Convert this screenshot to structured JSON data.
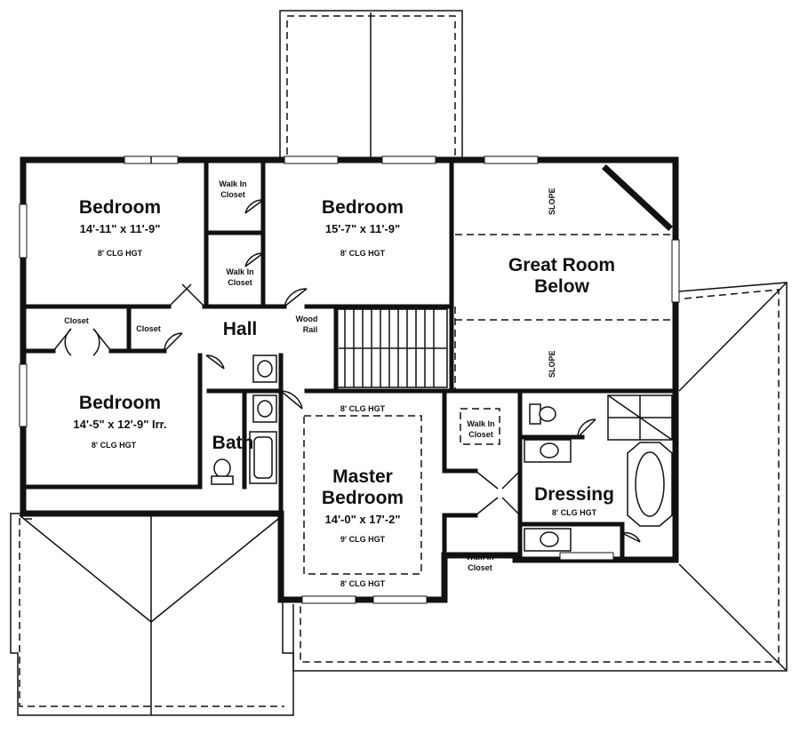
{
  "rooms": {
    "bedroom_nw": {
      "name": "Bedroom",
      "dims": "14'-11\" x 11'-9\"",
      "ceiling": "8' CLG HGT"
    },
    "bedroom_n": {
      "name": "Bedroom",
      "dims": "15'-7\" x 11'-9\"",
      "ceiling": "8' CLG HGT"
    },
    "bedroom_w": {
      "name": "Bedroom",
      "dims": "14'-5\" x 12'-9\" Irr.",
      "ceiling": "8' CLG HGT"
    },
    "great_room": {
      "line1": "Great Room",
      "line2": "Below",
      "slope": "SLOPE"
    },
    "hall": {
      "name": "Hall"
    },
    "bath": {
      "name": "Bath"
    },
    "master": {
      "line1": "Master",
      "line2": "Bedroom",
      "dims": "14'-0\" x 17'-2\"",
      "ceiling": "9' CLG HGT",
      "ceiling_top": "8' CLG HGT",
      "ceiling_bottom": "8' CLG HGT"
    },
    "dressing": {
      "name": "Dressing",
      "ceiling": "8' CLG HGT"
    }
  },
  "closets": {
    "walk_in_1": {
      "line1": "Walk In",
      "line2": "Closet"
    },
    "walk_in_2": {
      "line1": "Walk In",
      "line2": "Closet"
    },
    "walk_in_3": {
      "line1": "Walk In",
      "line2": "Closet"
    },
    "walk_in_4": {
      "line1": "Walk In",
      "line2": "Closet"
    },
    "closet_1": "Closet",
    "closet_2": "Closet"
  },
  "labels": {
    "wood_rail_1": "Wood",
    "wood_rail_2": "Rail"
  }
}
